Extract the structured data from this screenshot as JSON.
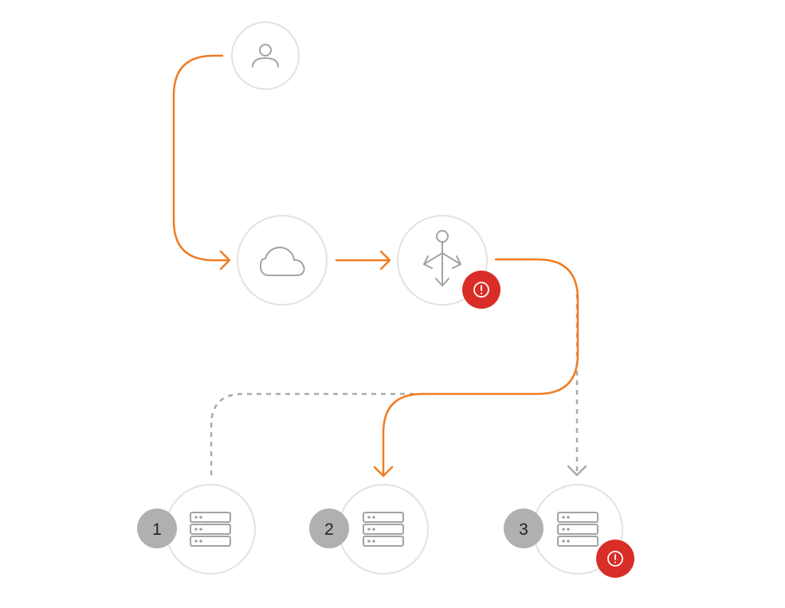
{
  "colors": {
    "active_flow": "#f07c22",
    "inactive_flow": "#aaaaaa",
    "alert": "#d92d27",
    "node_border": "#e2e2e2",
    "icon": "#a3a3a3",
    "badge": "#b0b0b0"
  },
  "nodes": {
    "user": {
      "icon": "user-icon"
    },
    "cloud": {
      "icon": "cloud-icon"
    },
    "load_balancer": {
      "icon": "load-balancer-icon",
      "alert": true
    },
    "servers": [
      {
        "label": "1",
        "icon": "server-icon",
        "alert": false
      },
      {
        "label": "2",
        "icon": "server-icon",
        "alert": false
      },
      {
        "label": "3",
        "icon": "server-icon",
        "alert": true
      }
    ]
  },
  "flows": [
    {
      "from": "user",
      "to": "cloud",
      "status": "active"
    },
    {
      "from": "cloud",
      "to": "load_balancer",
      "status": "active"
    },
    {
      "from": "load_balancer",
      "to": "server_2",
      "status": "active"
    },
    {
      "from": "load_balancer",
      "to": "server_1",
      "status": "inactive"
    },
    {
      "from": "load_balancer",
      "to": "server_3",
      "status": "inactive"
    }
  ]
}
